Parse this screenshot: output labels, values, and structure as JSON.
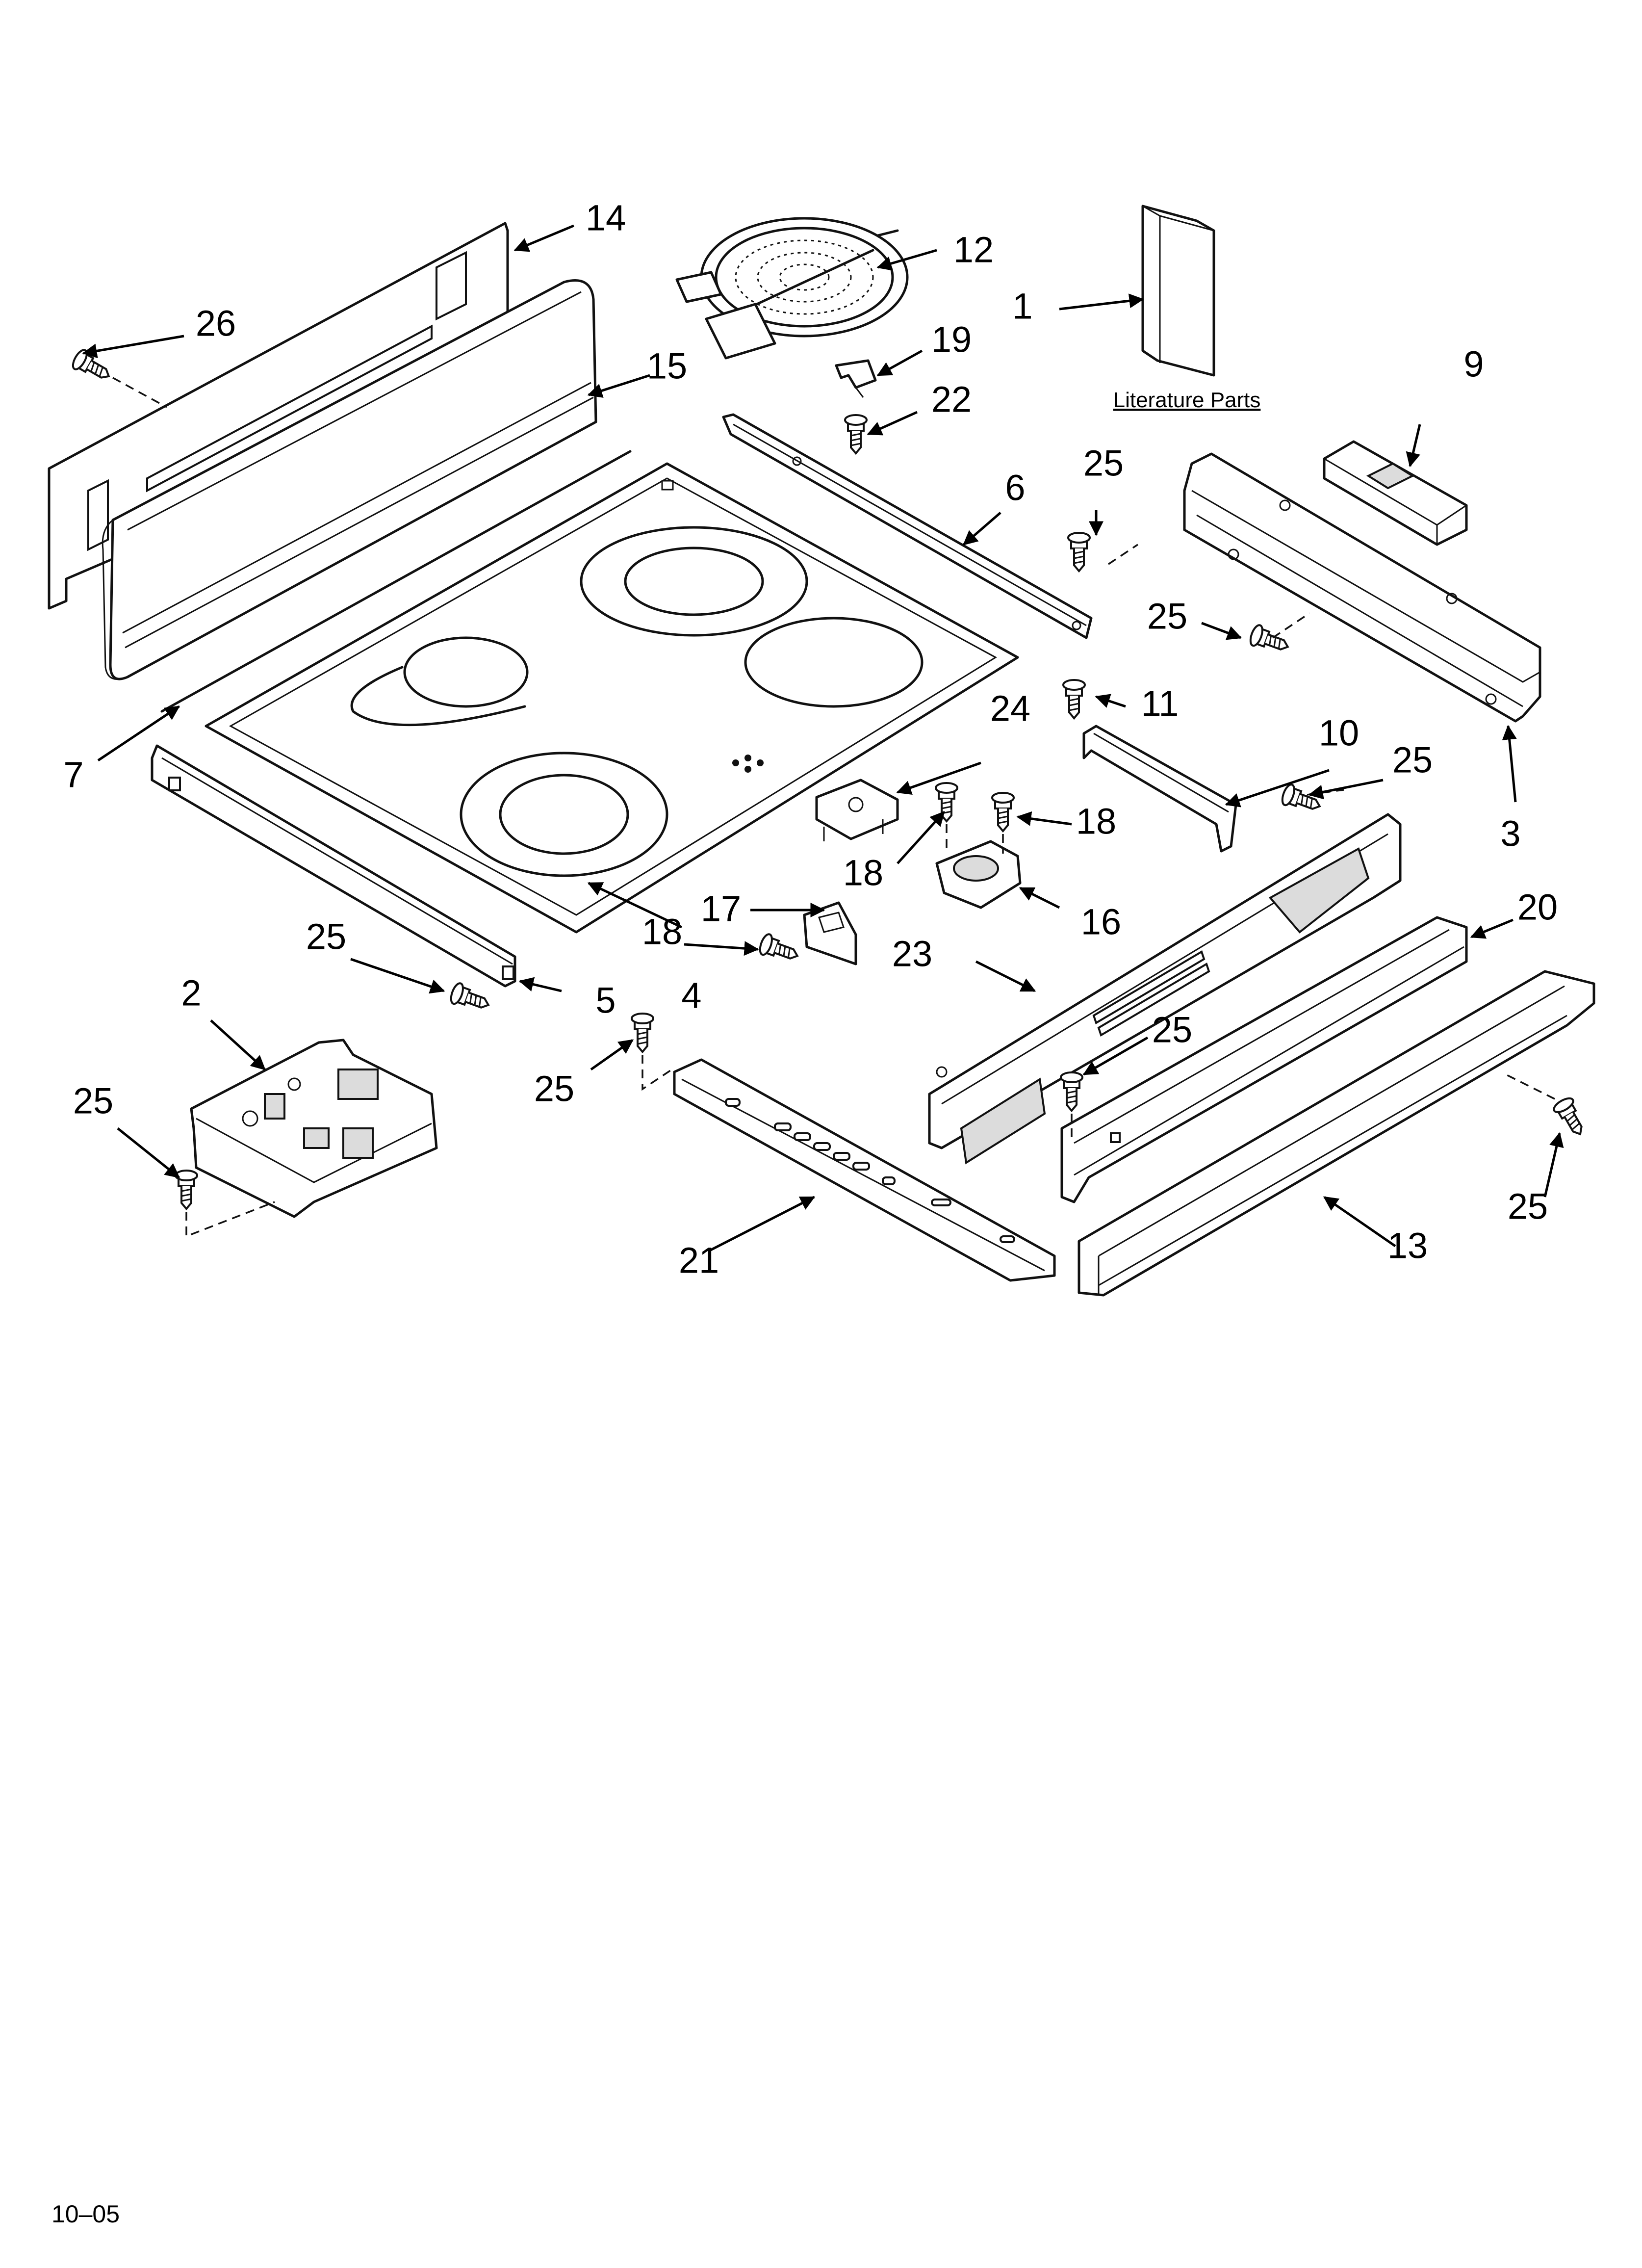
{
  "literature_label": "Literature Parts",
  "revision": "10–05",
  "callouts": {
    "c1": "1",
    "c2": "2",
    "c3": "3",
    "c4": "4",
    "c5": "5",
    "c6": "6",
    "c7": "7",
    "c9": "9",
    "c10": "10",
    "c11": "11",
    "c12": "12",
    "c13": "13",
    "c14": "14",
    "c15": "15",
    "c16": "16",
    "c17": "17",
    "c18a": "18",
    "c18b": "18",
    "c18c": "18",
    "c19": "19",
    "c20": "20",
    "c21": "21",
    "c22": "22",
    "c23": "23",
    "c24": "24",
    "c25a": "25",
    "c25b": "25",
    "c25c": "25",
    "c25d": "25",
    "c25e": "25",
    "c25f": "25",
    "c25g": "25",
    "c25h": "25",
    "c26": "26"
  }
}
